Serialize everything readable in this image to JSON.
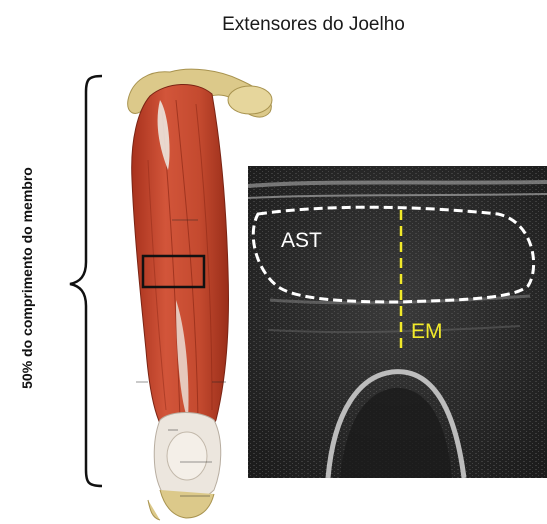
{
  "title": "Extensores do Joelho",
  "side_label": "50% do comprimento do membro",
  "ultrasound": {
    "region_label": "AST",
    "depth_label": "EM"
  },
  "colors": {
    "muscle": "#c6482f",
    "tendon": "#eae4dc",
    "bone": "#d9c98c",
    "ultrasound_bg": "#2a2a2a",
    "outline": "#ffffff",
    "measurement_line": "#f2ea2a"
  }
}
